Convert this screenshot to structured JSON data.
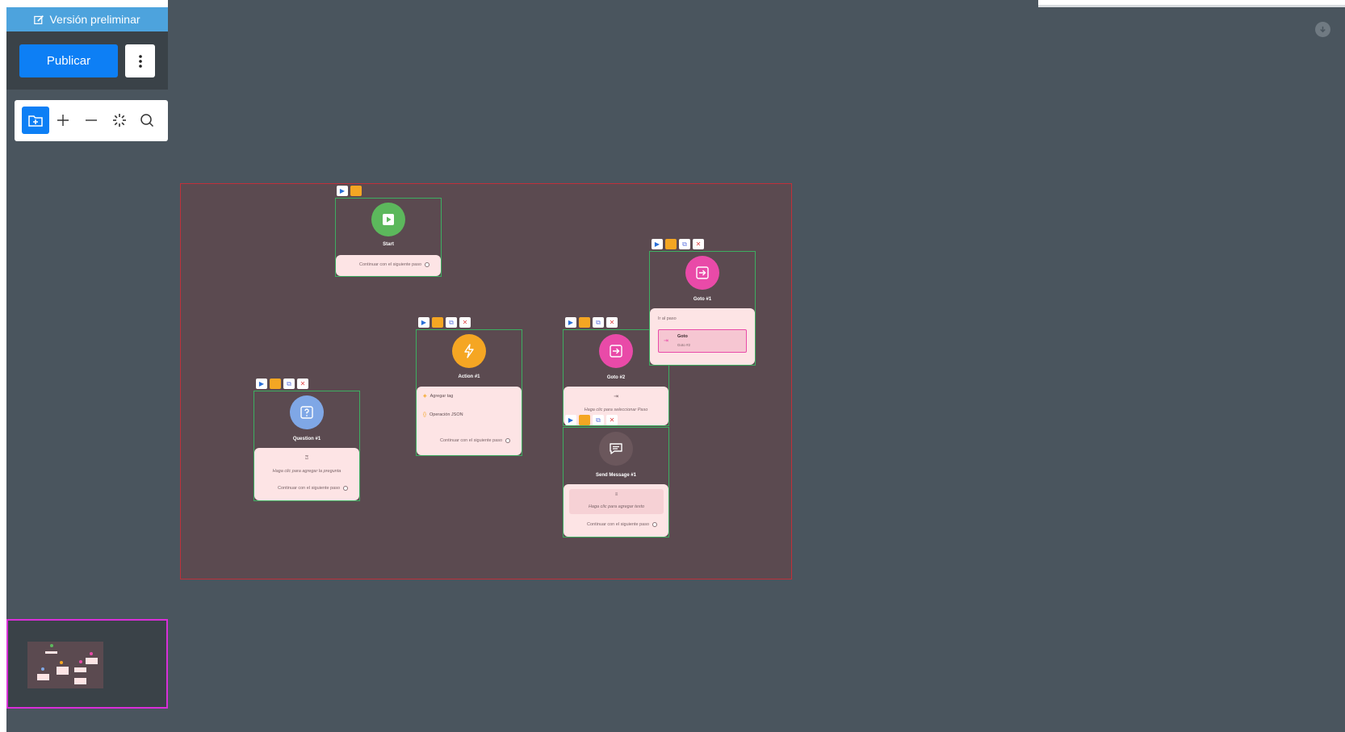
{
  "app": {
    "draft_label": "Versión preliminar",
    "publish_label": "Publicar"
  },
  "toolbar": {
    "items": [
      "add-folder-icon",
      "zoom-in-icon",
      "zoom-out-icon",
      "fit-icon",
      "search-icon"
    ]
  },
  "nodes": {
    "start": {
      "title": "Start",
      "continue": "Continuar con el siguiente paso",
      "color": "#5cb85c"
    },
    "action": {
      "title": "Action #1",
      "rows": [
        "Agregar tag",
        "Operación JSON"
      ],
      "continue": "Continuar con el siguiente paso",
      "color": "#f5a623"
    },
    "question": {
      "title": "Question #1",
      "hint": "Haga clic para agregar la pregunta",
      "continue": "Continuar con el siguiente paso",
      "color": "#7fa7e6"
    },
    "goto2": {
      "title": "Goto #2",
      "hint": "Haga clic para seleccionar Paso",
      "color": "#e94aa8"
    },
    "goto1": {
      "title": "Goto #1",
      "go_label": "Ir al paso",
      "target_title": "Goto",
      "target_sub": "Goto #2",
      "color": "#e94aa8"
    },
    "send": {
      "title": "Send Message #1",
      "hint": "Haga clic para agregar texto",
      "continue": "Continuar con el siguiente paso",
      "color": "#6b575c"
    }
  },
  "colors": {
    "canvas": "#4a555e",
    "frame": "#5b4a50",
    "accent": "#0d7ff5",
    "draft": "#4da3dd",
    "node_border": "#3dae61",
    "minimap_border": "#d92ed9"
  }
}
